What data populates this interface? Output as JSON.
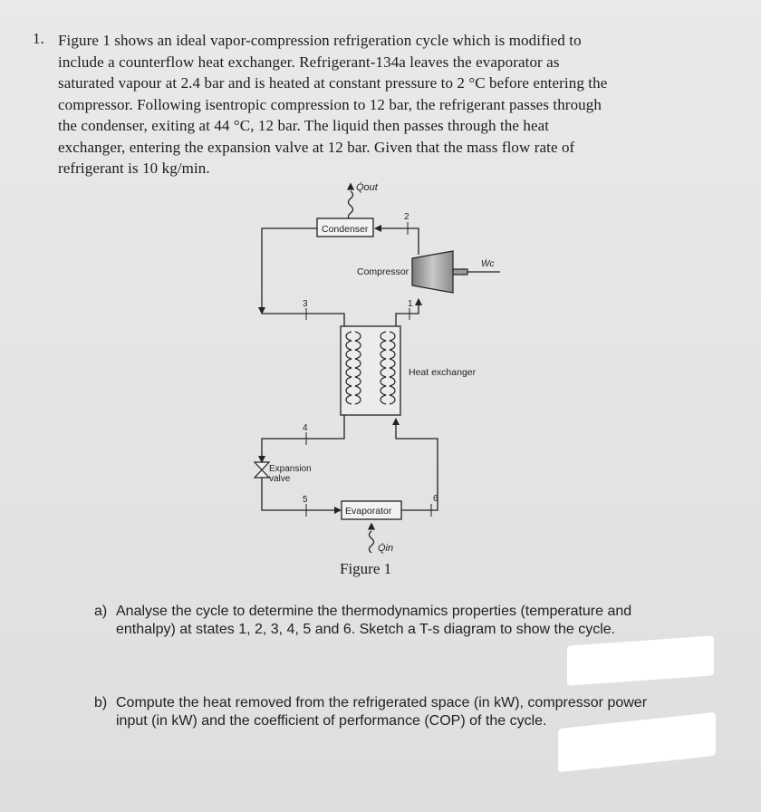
{
  "question": {
    "number": "1.",
    "lines": [
      "Figure 1 shows an ideal vapor-compression refrigeration cycle which is modified to",
      "include a counterflow heat exchanger. Refrigerant-134a leaves the evaporator as",
      "saturated vapour at 2.4 bar and is heated at constant pressure to 2 °C before entering the",
      "compressor. Following isentropic compression to 12 bar, the refrigerant passes through",
      "the condenser, exiting at 44 °C, 12 bar. The liquid then passes through the heat",
      "exchanger, entering the expansion valve at 12 bar. Given that the mass flow rate of",
      "refrigerant is 10 kg/min."
    ]
  },
  "figure": {
    "q_out": "Q̇out",
    "condenser": "Condenser",
    "compressor": "Compressor",
    "w_c": "Ẇc",
    "heat_exchanger": "Heat exchanger",
    "expansion_valve_line1": "Expansion",
    "expansion_valve_line2": "valve",
    "evaporator": "Evaporator",
    "q_in": "Q̇in",
    "state1": "1",
    "state2": "2",
    "state3": "3",
    "state4": "4",
    "state5": "5",
    "state6": "6",
    "caption": "Figure 1"
  },
  "parts": {
    "a_label": "a)",
    "a_line1": "Analyse the cycle to determine the thermodynamics properties (temperature and",
    "a_line2": "enthalpy) at states 1, 2, 3, 4, 5 and 6. Sketch a T-s diagram to show the cycle.",
    "b_label": "b)",
    "b_line1": "Compute the heat removed from the refrigerated space (in kW), compressor power",
    "b_line2": "input (in kW) and the coefficient of performance (COP) of the cycle."
  }
}
